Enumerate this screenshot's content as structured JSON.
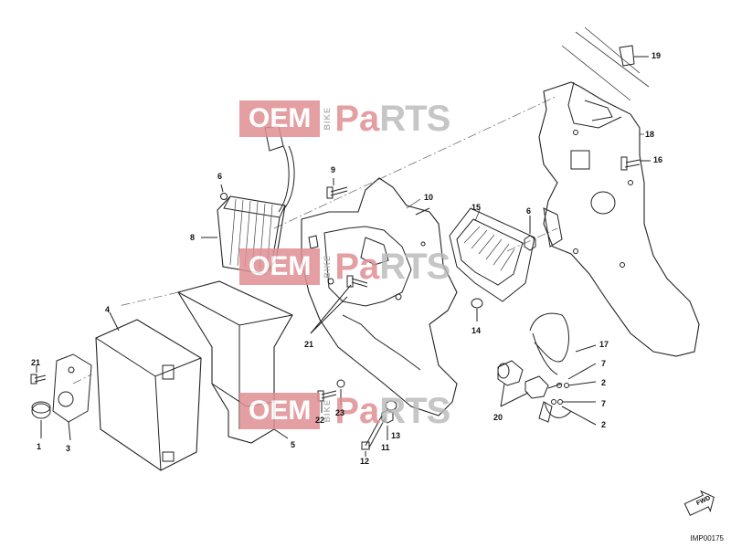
{
  "watermark": {
    "box": "OEM",
    "side": "BIKE",
    "p": "Pa",
    "rest": "RTS"
  },
  "callouts": [
    {
      "id": "c1",
      "text": "1"
    },
    {
      "id": "c2a",
      "text": "2"
    },
    {
      "id": "c2b",
      "text": "2"
    },
    {
      "id": "c3",
      "text": "3"
    },
    {
      "id": "c4",
      "text": "4"
    },
    {
      "id": "c5",
      "text": "5"
    },
    {
      "id": "c6a",
      "text": "6"
    },
    {
      "id": "c6b",
      "text": "6"
    },
    {
      "id": "c7a",
      "text": "7"
    },
    {
      "id": "c7b",
      "text": "7"
    },
    {
      "id": "c8",
      "text": "8"
    },
    {
      "id": "c9",
      "text": "9"
    },
    {
      "id": "c10",
      "text": "10"
    },
    {
      "id": "c11",
      "text": "11"
    },
    {
      "id": "c12",
      "text": "12"
    },
    {
      "id": "c13",
      "text": "13"
    },
    {
      "id": "c14",
      "text": "14"
    },
    {
      "id": "c15",
      "text": "15"
    },
    {
      "id": "c16",
      "text": "16"
    },
    {
      "id": "c17",
      "text": "17"
    },
    {
      "id": "c18",
      "text": "18"
    },
    {
      "id": "c19",
      "text": "19"
    },
    {
      "id": "c20",
      "text": "20"
    },
    {
      "id": "c21a",
      "text": "21"
    },
    {
      "id": "c21b",
      "text": "21"
    },
    {
      "id": "c22",
      "text": "22"
    },
    {
      "id": "c23",
      "text": "23"
    }
  ],
  "fwd_label": "FWD",
  "drawing_code": "IMP00175"
}
